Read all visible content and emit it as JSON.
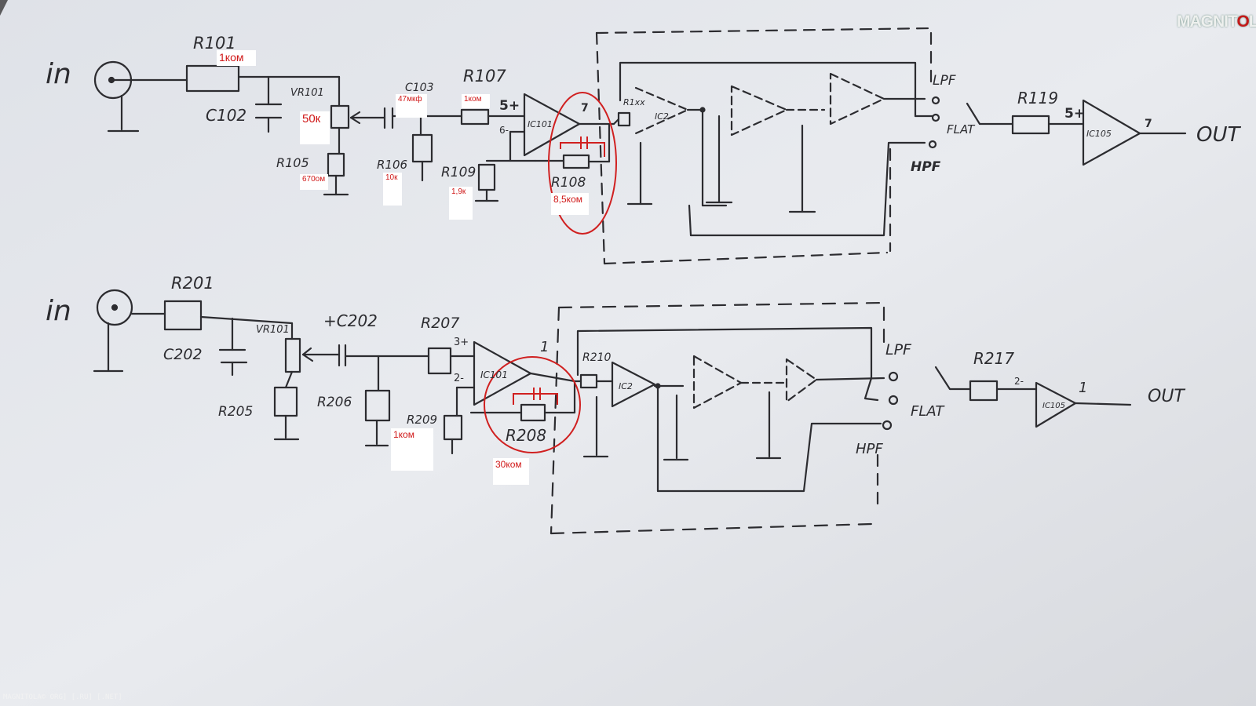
{
  "labels": {
    "top": {
      "in": "in",
      "r101": "R101",
      "c102": "C102",
      "vr101": "VR101",
      "c103": "C103",
      "r105": "R105",
      "r106": "R106",
      "r107": "R107",
      "r109": "R109",
      "r108": "R108",
      "ic_main": "IC101",
      "ic2": "IC2",
      "pin5": "5+",
      "pin6": "6-",
      "fb_out": "7",
      "r1xx": "R1xx",
      "lpf": "LPF",
      "flat": "FLAT",
      "hpf": "HPF",
      "r119": "R119",
      "pin5b": "5+",
      "ic105": "IC105",
      "ic_out": "7",
      "out": "OUT"
    },
    "bottom": {
      "in": "in",
      "r201": "R201",
      "c202": "C202",
      "vr101": "VR101",
      "c203": "+C202",
      "r205": "R205",
      "r206": "R206",
      "r207": "R207",
      "r209": "R209",
      "r208": "R208",
      "ic_main": "IC101",
      "ic2": "IC2",
      "pin3": "3+",
      "pin2": "2-",
      "fb_out": "1",
      "r210": "R210",
      "lpf": "LPF",
      "flat": "FLAT",
      "hpf": "HPF",
      "r217": "R217",
      "pin2b": "2-",
      "ic105": "IC105",
      "ic_out": "1",
      "out": "OUT"
    }
  },
  "annotations": {
    "n1": "1ком",
    "n2": "50к",
    "n3": "47мкф",
    "n4": "1ком",
    "n5": "670ом",
    "n6": "10к",
    "n7": "1,9к",
    "n8": "8,5ком",
    "n9": "1ком",
    "n10": "30ком"
  },
  "watermark": {
    "pre": "MAGNIT",
    "o": "O",
    "post": "LA"
  },
  "footer": "MAGNITOLA© ORG] [.RU] [.NET]",
  "colors": {
    "paper": "#e8eaee",
    "ink": "#2c2c30",
    "annotation": "#d01818"
  }
}
